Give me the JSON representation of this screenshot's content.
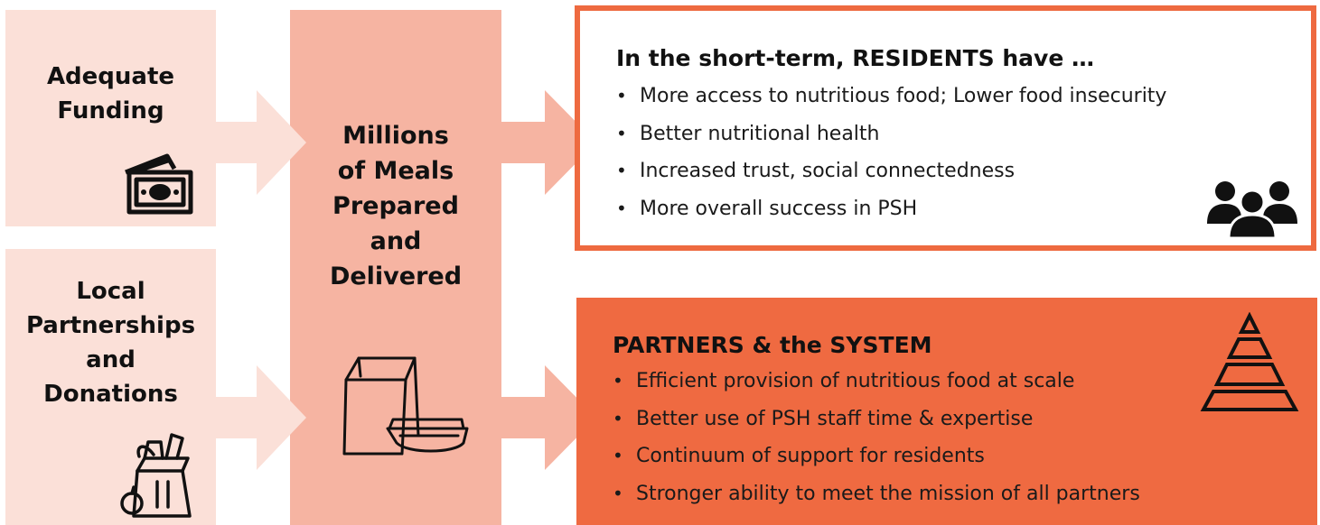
{
  "inputs": {
    "funding": {
      "label": "Adequate Funding",
      "line1": "Adequate",
      "line2": "Funding",
      "icon": "money-icon"
    },
    "partnerships": {
      "line1": "Local",
      "line2": "Partnerships",
      "line3": "and",
      "line4": "Donations",
      "icon": "grocery-bag-icon"
    }
  },
  "output": {
    "line1": "Millions",
    "line2": "of Meals",
    "line3": "Prepared",
    "line4": "and",
    "line5": "Delivered",
    "icon": "meal-bag-icon"
  },
  "outcomes": {
    "residents": {
      "title": "In the short-term, RESIDENTS have …",
      "bullets": [
        "More access to nutritious food; Lower food insecurity",
        "Better nutritional health",
        "Increased trust, social connectedness",
        "More overall success in PSH"
      ],
      "icon": "people-group-icon"
    },
    "system": {
      "title": "PARTNERS & the SYSTEM",
      "bullets": [
        "Efficient provision of nutritious food at scale",
        "Better use of PSH staff time & expertise",
        "Continuum of support for residents",
        "Stronger ability to meet the mission of all partners"
      ],
      "icon": "pyramid-icon"
    }
  },
  "colors": {
    "input_fill": "#fbe0d8",
    "middle_fill": "#f6b4a2",
    "accent": "#ef6a41",
    "arrow_light": "#fbe0d8",
    "arrow_mid": "#f6b4a2"
  }
}
